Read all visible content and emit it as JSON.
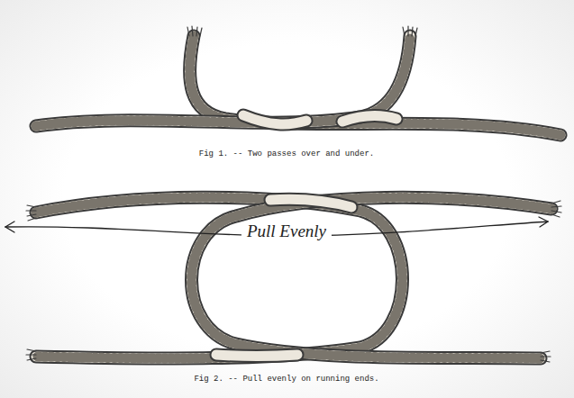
{
  "diagram": {
    "labels": [
      "Fig 1. -- Two passes over and under.",
      "Pull Evenly",
      "Fig 2. -- Pull evenly on running ends."
    ]
  }
}
